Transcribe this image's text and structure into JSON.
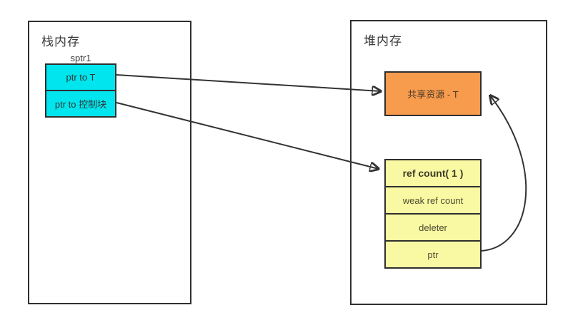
{
  "colors": {
    "cyan": "#00e5ee",
    "orange": "#f79b4d",
    "yellow": "#faf9a3",
    "border": "#2f2f2f",
    "arrow": "#333333"
  },
  "stack": {
    "title": "栈内存",
    "pointer_label": "sptr1",
    "cells": [
      {
        "label": "ptr to T"
      },
      {
        "label": "ptr to 控制块"
      }
    ]
  },
  "heap": {
    "title": "堆内存",
    "resource": {
      "label": "共享资源 - T"
    },
    "control_block": {
      "rows": [
        {
          "label": "ref count( 1 )"
        },
        {
          "label": "weak ref count"
        },
        {
          "label": "deleter"
        },
        {
          "label": "ptr"
        }
      ]
    }
  },
  "arrows": [
    {
      "name": "ptr-to-t-arrow",
      "from": "stack ptr to T",
      "to": "heap 共享资源 - T"
    },
    {
      "name": "ptr-to-control-block-arrow",
      "from": "stack ptr to 控制块",
      "to": "heap ref count( 1 )"
    },
    {
      "name": "control-block-ptr-arrow",
      "from": "control block ptr",
      "to": "heap 共享资源 - T"
    }
  ]
}
